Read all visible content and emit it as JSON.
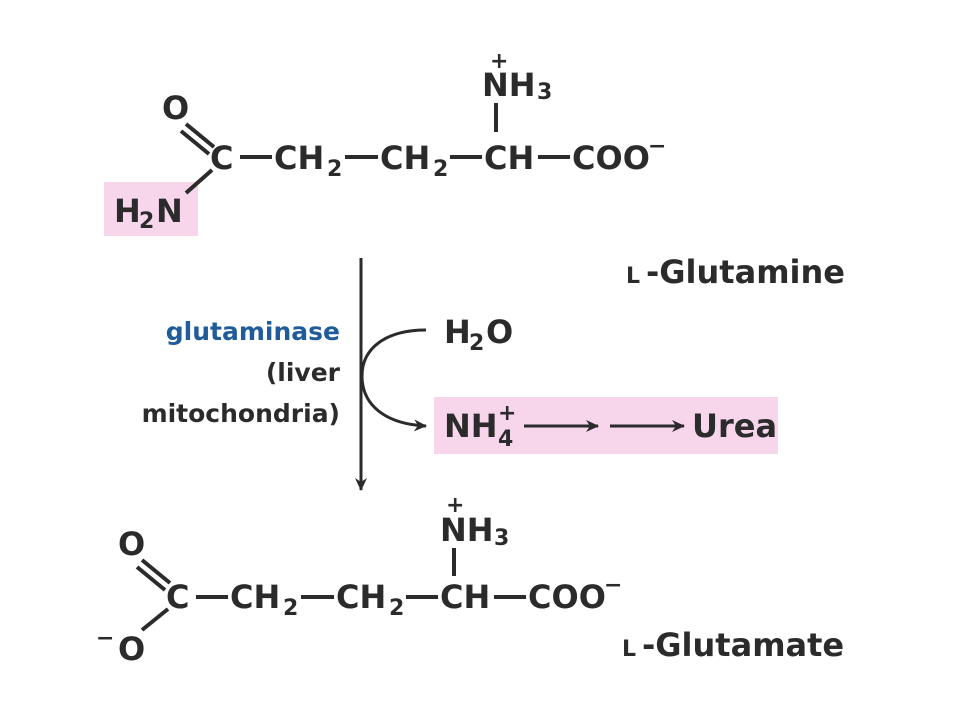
{
  "glutamine": {
    "charge_plus": "+",
    "nh3": "NH",
    "nh3_sub": "3",
    "o": "O",
    "c": "C",
    "ch2_a": "CH",
    "ch2_a_sub": "2",
    "ch2_b": "CH",
    "ch2_b_sub": "2",
    "ch": "CH",
    "coo": "COO",
    "coo_charge": "−",
    "h2n_h": "H",
    "h2n_sub": "2",
    "h2n_n": "N",
    "name_prefix": "L",
    "name": "-Glutamine"
  },
  "reaction": {
    "enzyme": "glutaminase",
    "location_line1": "(liver",
    "location_line2": "mitochondria)",
    "water": "H",
    "water_sub": "2",
    "water_o": "O",
    "ammonium": "NH",
    "ammonium_sub": "4",
    "ammonium_charge": "+",
    "urea": "Urea"
  },
  "glutamate": {
    "charge_plus": "+",
    "nh3": "NH",
    "nh3_sub": "3",
    "o_top": "O",
    "c": "C",
    "ch2_a": "CH",
    "ch2_a_sub": "2",
    "ch2_b": "CH",
    "ch2_b_sub": "2",
    "ch": "CH",
    "coo": "COO",
    "coo_charge": "−",
    "o_charge": "−",
    "o_bottom": "O",
    "name_prefix": "L",
    "name": "-Glutamate"
  },
  "colors": {
    "text": "#2b2b2b",
    "enzyme": "#1f5c99",
    "highlight": "#f7d6ec"
  }
}
